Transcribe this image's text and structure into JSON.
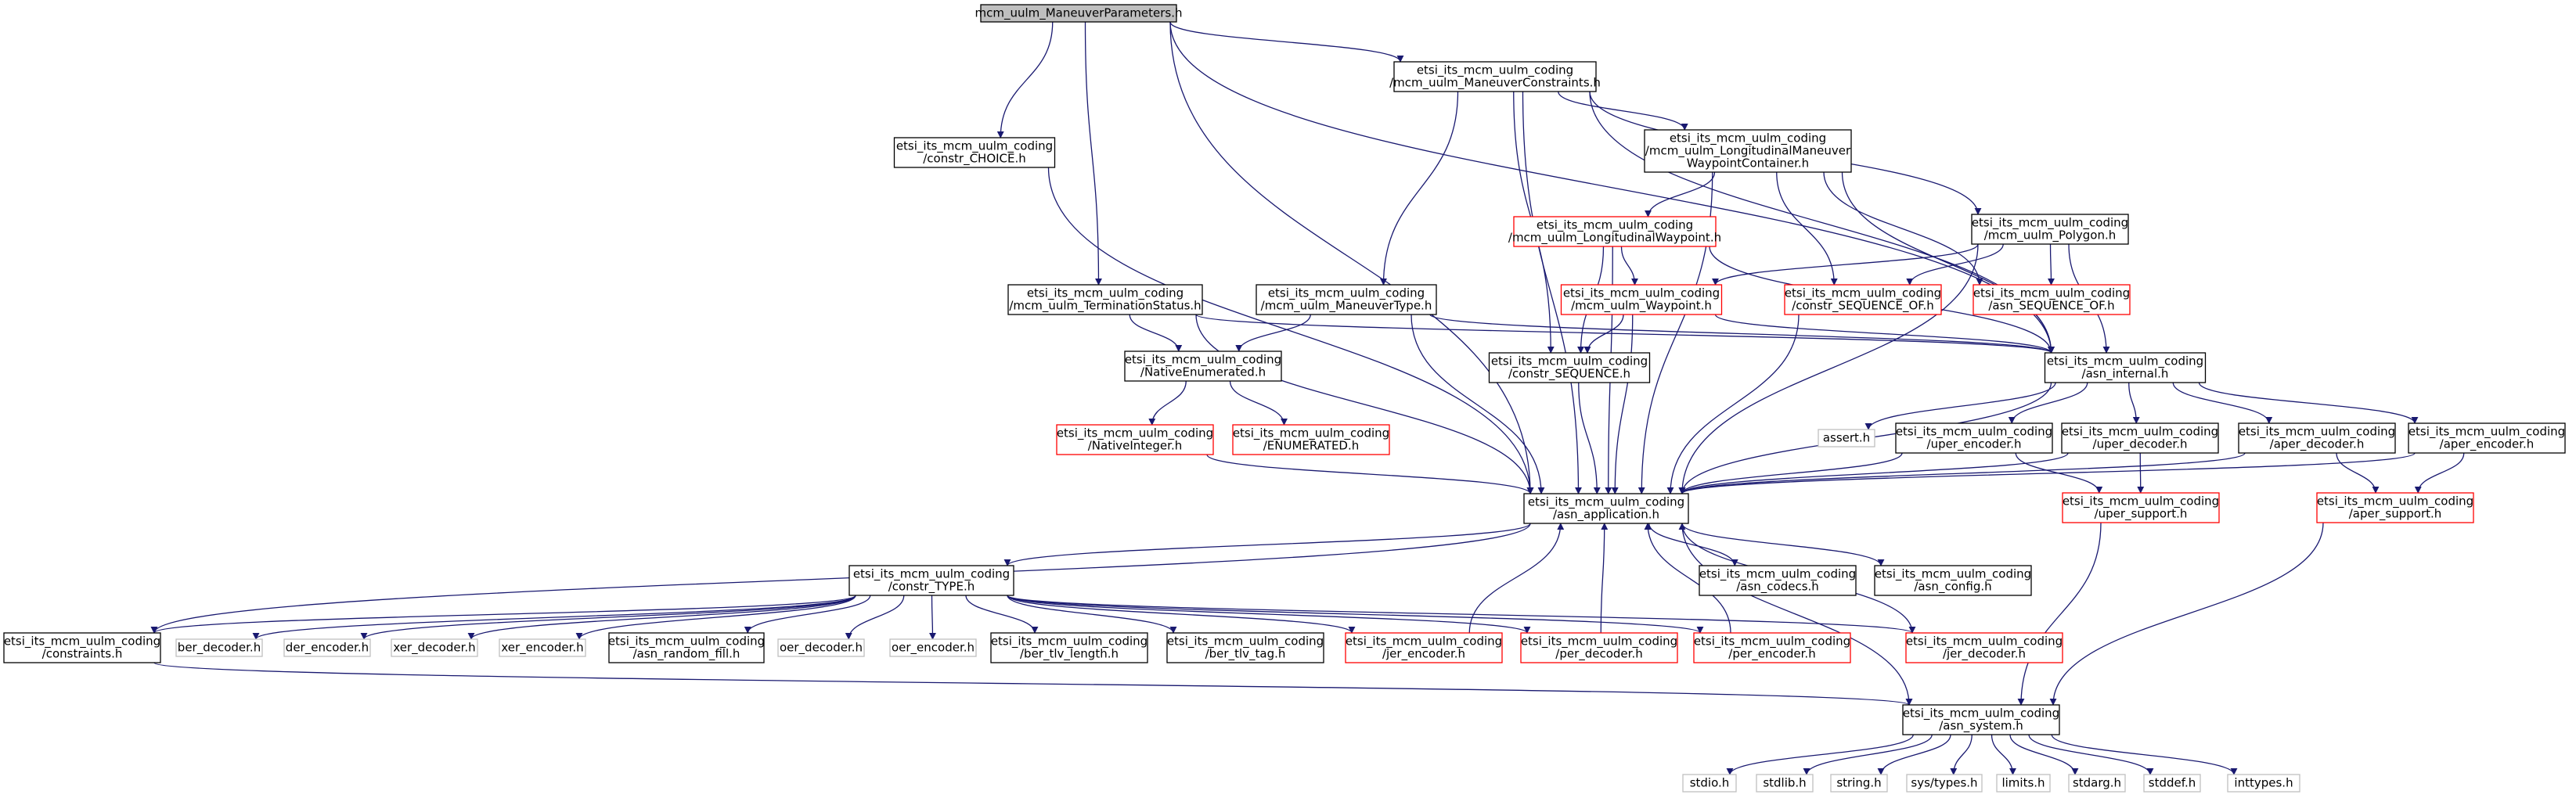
{
  "diagram": {
    "colors": {
      "edge": "#191970",
      "node_border_normal": "#000000",
      "node_border_truncated": "#ff0000",
      "node_border_external": "#bfbfbf",
      "node_fill_root": "#bfbfbf",
      "node_fill": "#ffffff"
    },
    "nodes": [
      {
        "id": "root",
        "lines": [
          "mcm_uulm_ManeuverParameters.h"
        ],
        "kind": "root"
      },
      {
        "id": "mc",
        "lines": [
          "etsi_its_mcm_uulm_coding",
          "/mcm_uulm_ManeuverConstraints.h"
        ],
        "kind": "normal"
      },
      {
        "id": "choice",
        "lines": [
          "etsi_its_mcm_uulm_coding",
          "/constr_CHOICE.h"
        ],
        "kind": "normal"
      },
      {
        "id": "lmwc",
        "lines": [
          "etsi_its_mcm_uulm_coding",
          "/mcm_uulm_LongitudinalManeuver",
          "WaypointContainer.h"
        ],
        "kind": "normal"
      },
      {
        "id": "poly",
        "lines": [
          "etsi_its_mcm_uulm_coding",
          "/mcm_uulm_Polygon.h"
        ],
        "kind": "normal"
      },
      {
        "id": "lw",
        "lines": [
          "etsi_its_mcm_uulm_coding",
          "/mcm_uulm_LongitudinalWaypoint.h"
        ],
        "kind": "truncated"
      },
      {
        "id": "ts",
        "lines": [
          "etsi_its_mcm_uulm_coding",
          "/mcm_uulm_TerminationStatus.h"
        ],
        "kind": "normal"
      },
      {
        "id": "mt",
        "lines": [
          "etsi_its_mcm_uulm_coding",
          "/mcm_uulm_ManeuverType.h"
        ],
        "kind": "normal"
      },
      {
        "id": "wp",
        "lines": [
          "etsi_its_mcm_uulm_coding",
          "/mcm_uulm_Waypoint.h"
        ],
        "kind": "truncated"
      },
      {
        "id": "cso",
        "lines": [
          "etsi_its_mcm_uulm_coding",
          "/constr_SEQUENCE_OF.h"
        ],
        "kind": "truncated"
      },
      {
        "id": "aso",
        "lines": [
          "etsi_its_mcm_uulm_coding",
          "/asn_SEQUENCE_OF.h"
        ],
        "kind": "truncated"
      },
      {
        "id": "ne",
        "lines": [
          "etsi_its_mcm_uulm_coding",
          "/NativeEnumerated.h"
        ],
        "kind": "normal"
      },
      {
        "id": "cs",
        "lines": [
          "etsi_its_mcm_uulm_coding",
          "/constr_SEQUENCE.h"
        ],
        "kind": "normal"
      },
      {
        "id": "ai",
        "lines": [
          "etsi_its_mcm_uulm_coding",
          "/asn_internal.h"
        ],
        "kind": "normal"
      },
      {
        "id": "ni",
        "lines": [
          "etsi_its_mcm_uulm_coding",
          "/NativeInteger.h"
        ],
        "kind": "truncated"
      },
      {
        "id": "en",
        "lines": [
          "etsi_its_mcm_uulm_coding",
          "/ENUMERATED.h"
        ],
        "kind": "truncated"
      },
      {
        "id": "assert",
        "lines": [
          "assert.h"
        ],
        "kind": "external"
      },
      {
        "id": "ue",
        "lines": [
          "etsi_its_mcm_uulm_coding",
          "/uper_encoder.h"
        ],
        "kind": "normal"
      },
      {
        "id": "ud",
        "lines": [
          "etsi_its_mcm_uulm_coding",
          "/uper_decoder.h"
        ],
        "kind": "normal"
      },
      {
        "id": "ad",
        "lines": [
          "etsi_its_mcm_uulm_coding",
          "/aper_decoder.h"
        ],
        "kind": "normal"
      },
      {
        "id": "ae",
        "lines": [
          "etsi_its_mcm_uulm_coding",
          "/aper_encoder.h"
        ],
        "kind": "normal"
      },
      {
        "id": "aa",
        "lines": [
          "etsi_its_mcm_uulm_coding",
          "/asn_application.h"
        ],
        "kind": "normal"
      },
      {
        "id": "us",
        "lines": [
          "etsi_its_mcm_uulm_coding",
          "/uper_support.h"
        ],
        "kind": "truncated"
      },
      {
        "id": "as",
        "lines": [
          "etsi_its_mcm_uulm_coding",
          "/aper_support.h"
        ],
        "kind": "truncated"
      },
      {
        "id": "ct",
        "lines": [
          "etsi_its_mcm_uulm_coding",
          "/constr_TYPE.h"
        ],
        "kind": "normal"
      },
      {
        "id": "acod",
        "lines": [
          "etsi_its_mcm_uulm_coding",
          "/asn_codecs.h"
        ],
        "kind": "normal"
      },
      {
        "id": "acfg",
        "lines": [
          "etsi_its_mcm_uulm_coding",
          "/asn_config.h"
        ],
        "kind": "normal"
      },
      {
        "id": "cons",
        "lines": [
          "etsi_its_mcm_uulm_coding",
          "/constraints.h"
        ],
        "kind": "normal"
      },
      {
        "id": "berd",
        "lines": [
          "ber_decoder.h"
        ],
        "kind": "external"
      },
      {
        "id": "dere",
        "lines": [
          "der_encoder.h"
        ],
        "kind": "external"
      },
      {
        "id": "xerd",
        "lines": [
          "xer_decoder.h"
        ],
        "kind": "external"
      },
      {
        "id": "xere",
        "lines": [
          "xer_encoder.h"
        ],
        "kind": "external"
      },
      {
        "id": "arf",
        "lines": [
          "etsi_its_mcm_uulm_coding",
          "/asn_random_fill.h"
        ],
        "kind": "normal"
      },
      {
        "id": "oerd",
        "lines": [
          "oer_decoder.h"
        ],
        "kind": "external"
      },
      {
        "id": "oere",
        "lines": [
          "oer_encoder.h"
        ],
        "kind": "external"
      },
      {
        "id": "btl",
        "lines": [
          "etsi_its_mcm_uulm_coding",
          "/ber_tlv_length.h"
        ],
        "kind": "normal"
      },
      {
        "id": "btt",
        "lines": [
          "etsi_its_mcm_uulm_coding",
          "/ber_tlv_tag.h"
        ],
        "kind": "normal"
      },
      {
        "id": "jere",
        "lines": [
          "etsi_its_mcm_uulm_coding",
          "/jer_encoder.h"
        ],
        "kind": "truncated"
      },
      {
        "id": "perd",
        "lines": [
          "etsi_its_mcm_uulm_coding",
          "/per_decoder.h"
        ],
        "kind": "truncated"
      },
      {
        "id": "pere",
        "lines": [
          "etsi_its_mcm_uulm_coding",
          "/per_encoder.h"
        ],
        "kind": "truncated"
      },
      {
        "id": "jerd",
        "lines": [
          "etsi_its_mcm_uulm_coding",
          "/jer_decoder.h"
        ],
        "kind": "truncated"
      },
      {
        "id": "asys",
        "lines": [
          "etsi_its_mcm_uulm_coding",
          "/asn_system.h"
        ],
        "kind": "normal"
      },
      {
        "id": "stdio",
        "lines": [
          "stdio.h"
        ],
        "kind": "external"
      },
      {
        "id": "stdlib",
        "lines": [
          "stdlib.h"
        ],
        "kind": "external"
      },
      {
        "id": "string",
        "lines": [
          "string.h"
        ],
        "kind": "external"
      },
      {
        "id": "systypes",
        "lines": [
          "sys/types.h"
        ],
        "kind": "external"
      },
      {
        "id": "limits",
        "lines": [
          "limits.h"
        ],
        "kind": "external"
      },
      {
        "id": "stdarg",
        "lines": [
          "stdarg.h"
        ],
        "kind": "external"
      },
      {
        "id": "stddef",
        "lines": [
          "stddef.h"
        ],
        "kind": "external"
      },
      {
        "id": "inttypes",
        "lines": [
          "inttypes.h"
        ],
        "kind": "external"
      }
    ],
    "edges": [
      [
        "root",
        "mc"
      ],
      [
        "root",
        "choice"
      ],
      [
        "root",
        "ts"
      ],
      [
        "root",
        "aa"
      ],
      [
        "root",
        "ai"
      ],
      [
        "mc",
        "lmwc"
      ],
      [
        "mc",
        "poly"
      ],
      [
        "mc",
        "mt"
      ],
      [
        "mc",
        "cs"
      ],
      [
        "mc",
        "aa"
      ],
      [
        "mc",
        "ai"
      ],
      [
        "choice",
        "aa"
      ],
      [
        "lmwc",
        "lw"
      ],
      [
        "lmwc",
        "cso"
      ],
      [
        "lmwc",
        "aso"
      ],
      [
        "lmwc",
        "aa"
      ],
      [
        "lmwc",
        "ai"
      ],
      [
        "poly",
        "wp"
      ],
      [
        "poly",
        "cso"
      ],
      [
        "poly",
        "aso"
      ],
      [
        "poly",
        "aa"
      ],
      [
        "poly",
        "ai"
      ],
      [
        "lw",
        "wp"
      ],
      [
        "lw",
        "cs"
      ],
      [
        "lw",
        "aa"
      ],
      [
        "lw",
        "ai"
      ],
      [
        "ts",
        "ne"
      ],
      [
        "ts",
        "aa"
      ],
      [
        "ts",
        "ai"
      ],
      [
        "mt",
        "ne"
      ],
      [
        "mt",
        "aa"
      ],
      [
        "mt",
        "ai"
      ],
      [
        "wp",
        "cs"
      ],
      [
        "wp",
        "aa"
      ],
      [
        "wp",
        "ai"
      ],
      [
        "cso",
        "aa"
      ],
      [
        "ne",
        "ni"
      ],
      [
        "ne",
        "en"
      ],
      [
        "ni",
        "aa"
      ],
      [
        "cs",
        "aa"
      ],
      [
        "ai",
        "assert"
      ],
      [
        "ai",
        "ue"
      ],
      [
        "ai",
        "ud"
      ],
      [
        "ai",
        "ad"
      ],
      [
        "ai",
        "ae"
      ],
      [
        "ai",
        "aa"
      ],
      [
        "ue",
        "us"
      ],
      [
        "ue",
        "aa"
      ],
      [
        "ud",
        "us"
      ],
      [
        "ud",
        "aa"
      ],
      [
        "ad",
        "as"
      ],
      [
        "ad",
        "aa"
      ],
      [
        "ae",
        "as"
      ],
      [
        "ae",
        "aa"
      ],
      [
        "us",
        "asys"
      ],
      [
        "as",
        "asys"
      ],
      [
        "aa",
        "ct"
      ],
      [
        "aa",
        "acod"
      ],
      [
        "aa",
        "acfg"
      ],
      [
        "aa",
        "asys"
      ],
      [
        "aa",
        "cons"
      ],
      [
        "ct",
        "cons"
      ],
      [
        "ct",
        "berd"
      ],
      [
        "ct",
        "dere"
      ],
      [
        "ct",
        "xerd"
      ],
      [
        "ct",
        "xere"
      ],
      [
        "ct",
        "arf"
      ],
      [
        "ct",
        "oerd"
      ],
      [
        "ct",
        "oere"
      ],
      [
        "ct",
        "btl"
      ],
      [
        "ct",
        "btt"
      ],
      [
        "ct",
        "jere"
      ],
      [
        "ct",
        "perd"
      ],
      [
        "ct",
        "pere"
      ],
      [
        "ct",
        "jerd"
      ],
      [
        "jere",
        "aa"
      ],
      [
        "perd",
        "aa"
      ],
      [
        "pere",
        "aa"
      ],
      [
        "jerd",
        "aa"
      ],
      [
        "cons",
        "asys"
      ],
      [
        "asys",
        "stdio"
      ],
      [
        "asys",
        "stdlib"
      ],
      [
        "asys",
        "string"
      ],
      [
        "asys",
        "systypes"
      ],
      [
        "asys",
        "limits"
      ],
      [
        "asys",
        "stdarg"
      ],
      [
        "asys",
        "stddef"
      ],
      [
        "asys",
        "inttypes"
      ]
    ]
  }
}
